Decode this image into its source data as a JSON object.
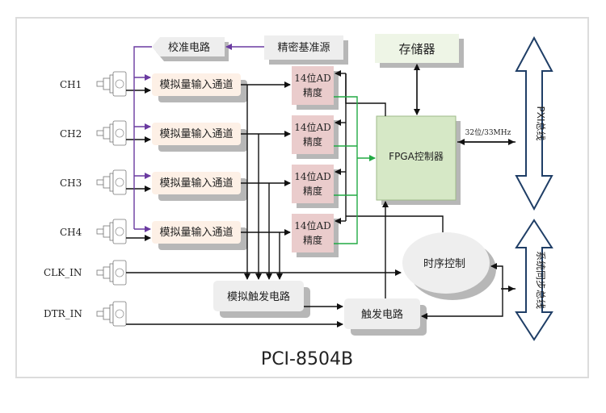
{
  "title": "PCI-8504B",
  "blocks": {
    "calibration": "校准电路",
    "precision_ref": "精密基准源",
    "storage": "存储器",
    "fpga": "FPGA控制器",
    "adc": [
      "14位AD",
      "精度"
    ],
    "analog_input": "模拟量输入通道",
    "analog_trigger": "模拟触发电路",
    "trigger": "触发电路",
    "timing": "时序控制"
  },
  "channels": [
    "CH1",
    "CH2",
    "CH3",
    "CH4"
  ],
  "inputs": {
    "clk": "CLK_IN",
    "dtr": "DTR_IN"
  },
  "buses": {
    "pxi": "PXI总线",
    "sync": "系统同步总线",
    "bus_width": "32位/33MHz"
  },
  "colors": {
    "analog_block": "#fdf0e6",
    "adc_block": "#eacccc",
    "fpga_block": "#d6e8c6",
    "storage_block": "#eef5e6",
    "gray_block": "#eeeeee",
    "purple_line": "#6a3aa0",
    "green_line": "#22aa44",
    "shadow": "#b7b7b7"
  }
}
